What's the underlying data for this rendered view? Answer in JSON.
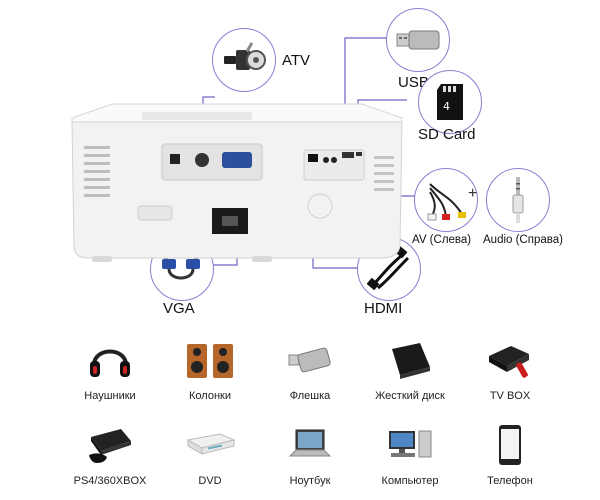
{
  "ports": {
    "atv": "ATV",
    "usb": "USB",
    "sd_card": "SD Card",
    "av_left": "AV (Слева)",
    "plus": "+",
    "audio_right": "Audio (Справа)",
    "hdmi": "HDMI",
    "vga": "VGA"
  },
  "sd_card_chip": "4",
  "devices": [
    {
      "label": "Наушники",
      "icon": "headphones-icon"
    },
    {
      "label": "Колонки",
      "icon": "speakers-icon"
    },
    {
      "label": "Флешка",
      "icon": "usb-flash-icon"
    },
    {
      "label": "Жесткий диск",
      "icon": "hard-drive-icon"
    },
    {
      "label": "TV BOX",
      "icon": "tv-box-icon"
    },
    {
      "label": "PS4/360XBOX",
      "icon": "game-console-icon"
    },
    {
      "label": "DVD",
      "icon": "dvd-player-icon"
    },
    {
      "label": "Ноутбук",
      "icon": "laptop-icon"
    },
    {
      "label": "Компьютер",
      "icon": "computer-icon"
    },
    {
      "label": "Телефон",
      "icon": "phone-icon"
    }
  ],
  "colors": {
    "callout_border": "#8a7fd0",
    "connector_line": "#6b66c4",
    "projector_body": "#f2f2f2"
  }
}
